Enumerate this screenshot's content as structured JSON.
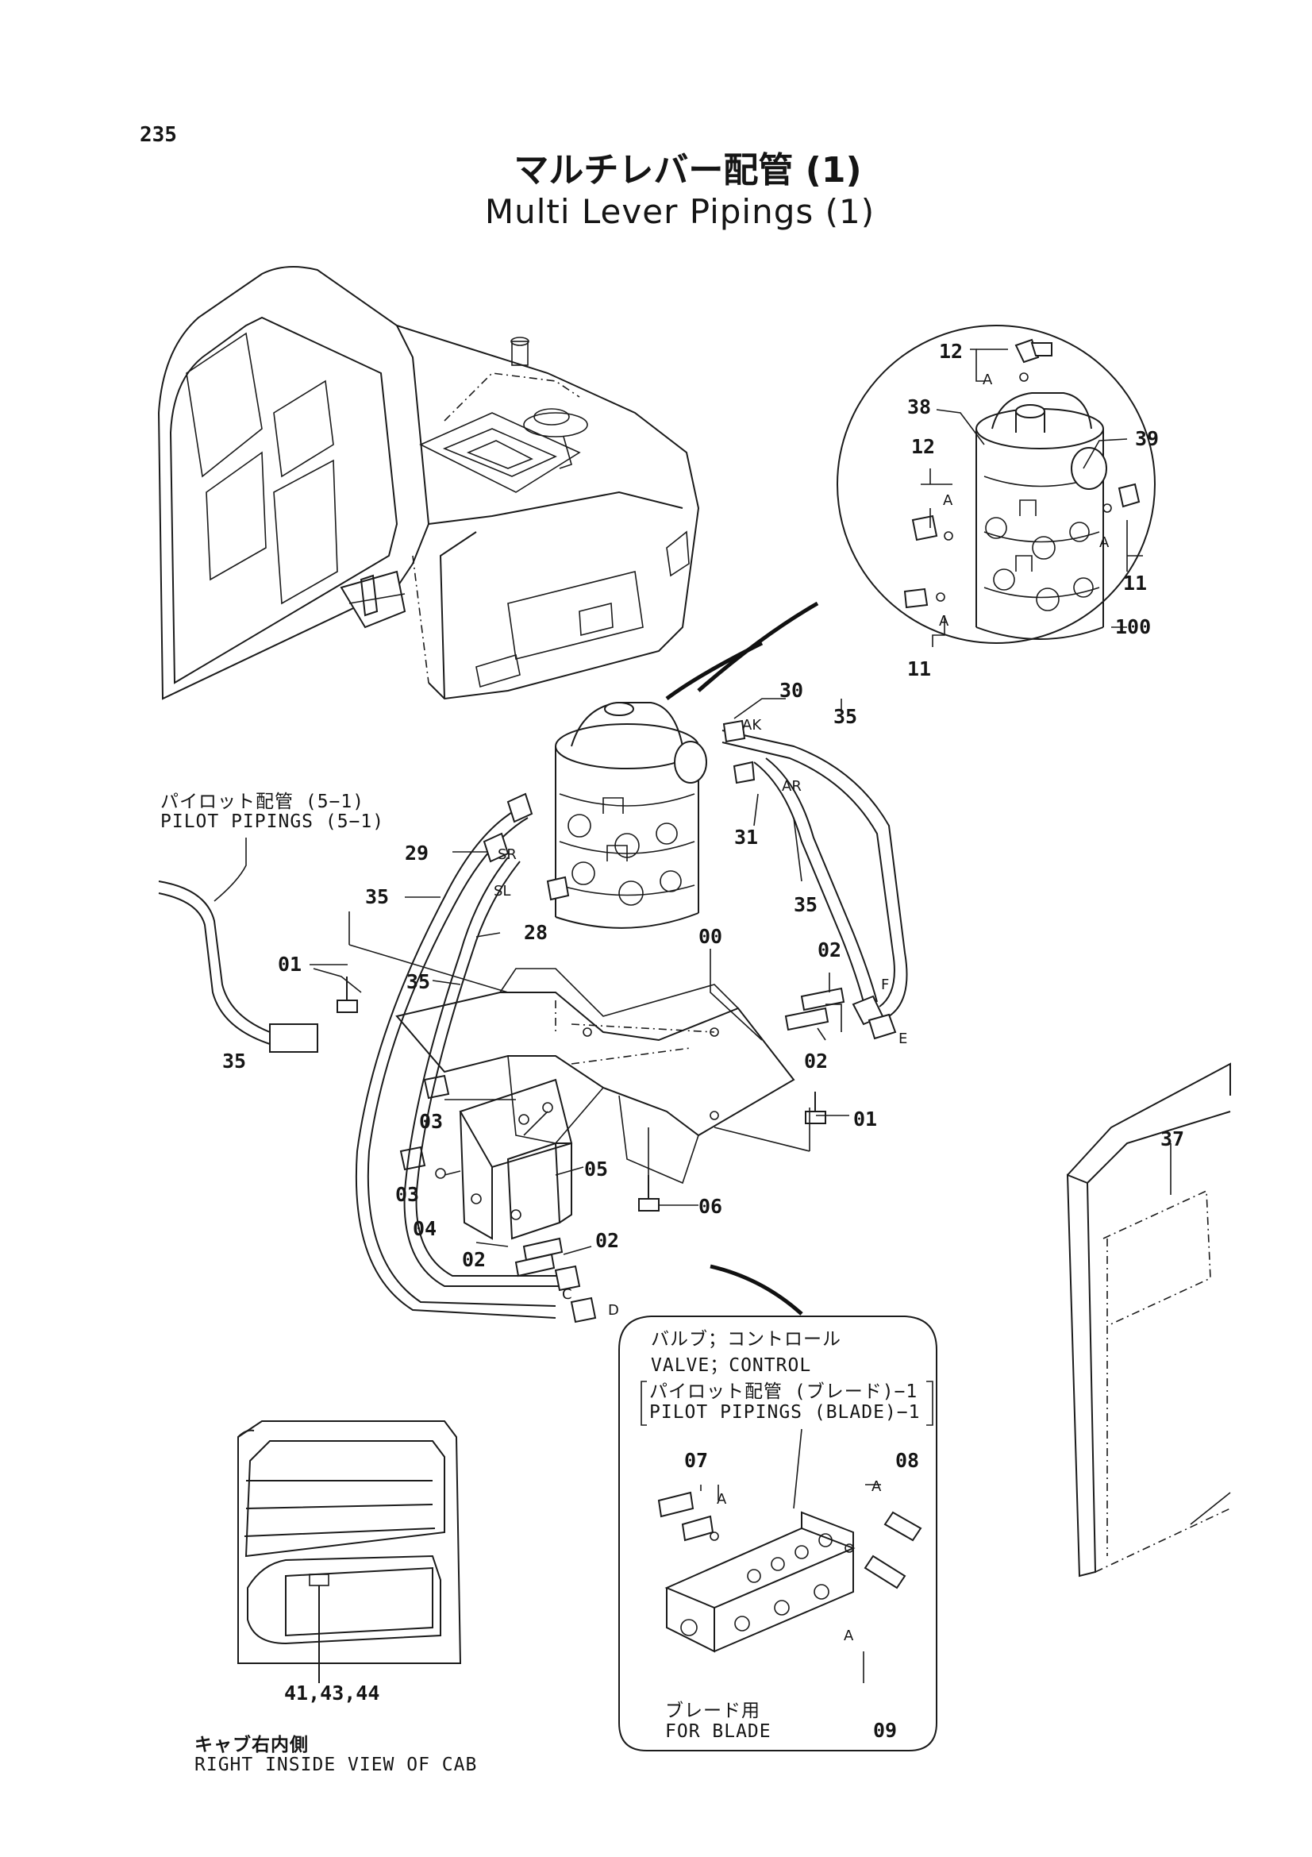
{
  "page": {
    "number": "235",
    "title_jp": "マルチレバー配管 (1)",
    "title_en": "Multi Lever Pipings (1)"
  },
  "callouts": {
    "pilot_piping_jp": "パイロット配管 (5−1)",
    "pilot_piping_en": "PILOT PIPINGS (5−1)",
    "valve_jp": "バルブ；コントロール",
    "valve_en": "VALVE；CONTROL",
    "valve_ref_jp": "パイロット配管 (ブレード)−1",
    "valve_ref_en": "PILOT PIPINGS (BLADE)−1",
    "blade_jp": "ブレード用",
    "blade_en": "FOR BLADE",
    "cab_jp": "キャブ右内側",
    "cab_en": "RIGHT INSIDE VIEW OF CAB",
    "cab_ref": "41,43,44"
  },
  "parts": {
    "p00": "00",
    "p01a": "01",
    "p01b": "01",
    "p02a": "02",
    "p02b": "02",
    "p02c": "02",
    "p02d": "02",
    "p03a": "03",
    "p03b": "03",
    "p04": "04",
    "p05": "05",
    "p06": "06",
    "p07": "07",
    "p08": "08",
    "p09": "09",
    "p11a": "11",
    "p11b": "11",
    "p12a": "12",
    "p12b": "12",
    "p28": "28",
    "p29": "29",
    "p30": "30",
    "p31": "31",
    "p35a": "35",
    "p35b": "35",
    "p35c": "35",
    "p35d": "35",
    "p35e": "35",
    "p37": "37",
    "p38": "38",
    "p39": "39",
    "p100": "100"
  },
  "ports": {
    "ak": "AK",
    "ar": "AR",
    "sr": "SR",
    "sl": "SL",
    "c": "C",
    "d": "D",
    "e": "E",
    "f": "F",
    "a1": "A",
    "a2": "A",
    "a3": "A",
    "a4": "A",
    "a5": "A",
    "a6": "A",
    "a7": "A"
  }
}
